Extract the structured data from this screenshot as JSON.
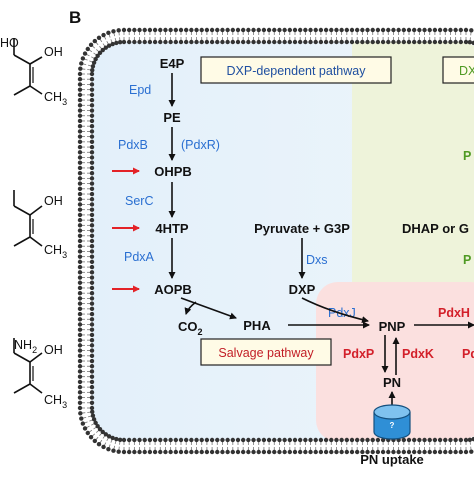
{
  "panel_label": "B",
  "pathway_labels": {
    "dxp_dependent": "DXP-dependent pathway",
    "salvage": "Salvage pathway",
    "dxp_independent_partial": "DX"
  },
  "metabolites": {
    "e4p": "E4P",
    "pe": "PE",
    "ohpb": "OHPB",
    "htp": "4HTP",
    "aopb": "AOPB",
    "co2": "CO",
    "co2_sub": "2",
    "pha": "PHA",
    "pyruvate_g3p": "Pyruvate + G3P",
    "dxp": "DXP",
    "pnp": "PNP",
    "pn": "PN",
    "dhap": "DHAP or G"
  },
  "enzymes": {
    "epd": "Epd",
    "pdxb": "PdxB",
    "pdxr": "(PdxR)",
    "serc": "SerC",
    "pdxa": "PdxA",
    "dxs": "Dxs",
    "pdxj": "PdxJ",
    "pdxp": "PdxP",
    "pdxk": "PdxK",
    "pdxh_partial": "PdxH",
    "pe_partial": "Pd",
    "green_p1": "P",
    "green_p2": "P"
  },
  "transport": {
    "uptake_label": "PN uptake",
    "transporter_symbol": "?"
  },
  "structures": {
    "group_top": "HO",
    "oh_top": "OH",
    "ch3_top": "CH",
    "oh_mid": "OH",
    "ch3_mid": "CH",
    "nh2": "NH",
    "oh_bot": "OH",
    "ch3_bot": "CH",
    "sub3": "3",
    "sub2": "2"
  },
  "colors": {
    "blue_region": "#e6f1fa",
    "green_region": "#eef3da",
    "red_region": "#fbe0df",
    "membrane_head": "#333333",
    "enzyme_blue": "#2a6fd1",
    "enzyme_red": "#d3202a",
    "enzyme_green": "#4f9a23",
    "transporter": "#2f8fd6",
    "arrow_red": "#e32227"
  }
}
